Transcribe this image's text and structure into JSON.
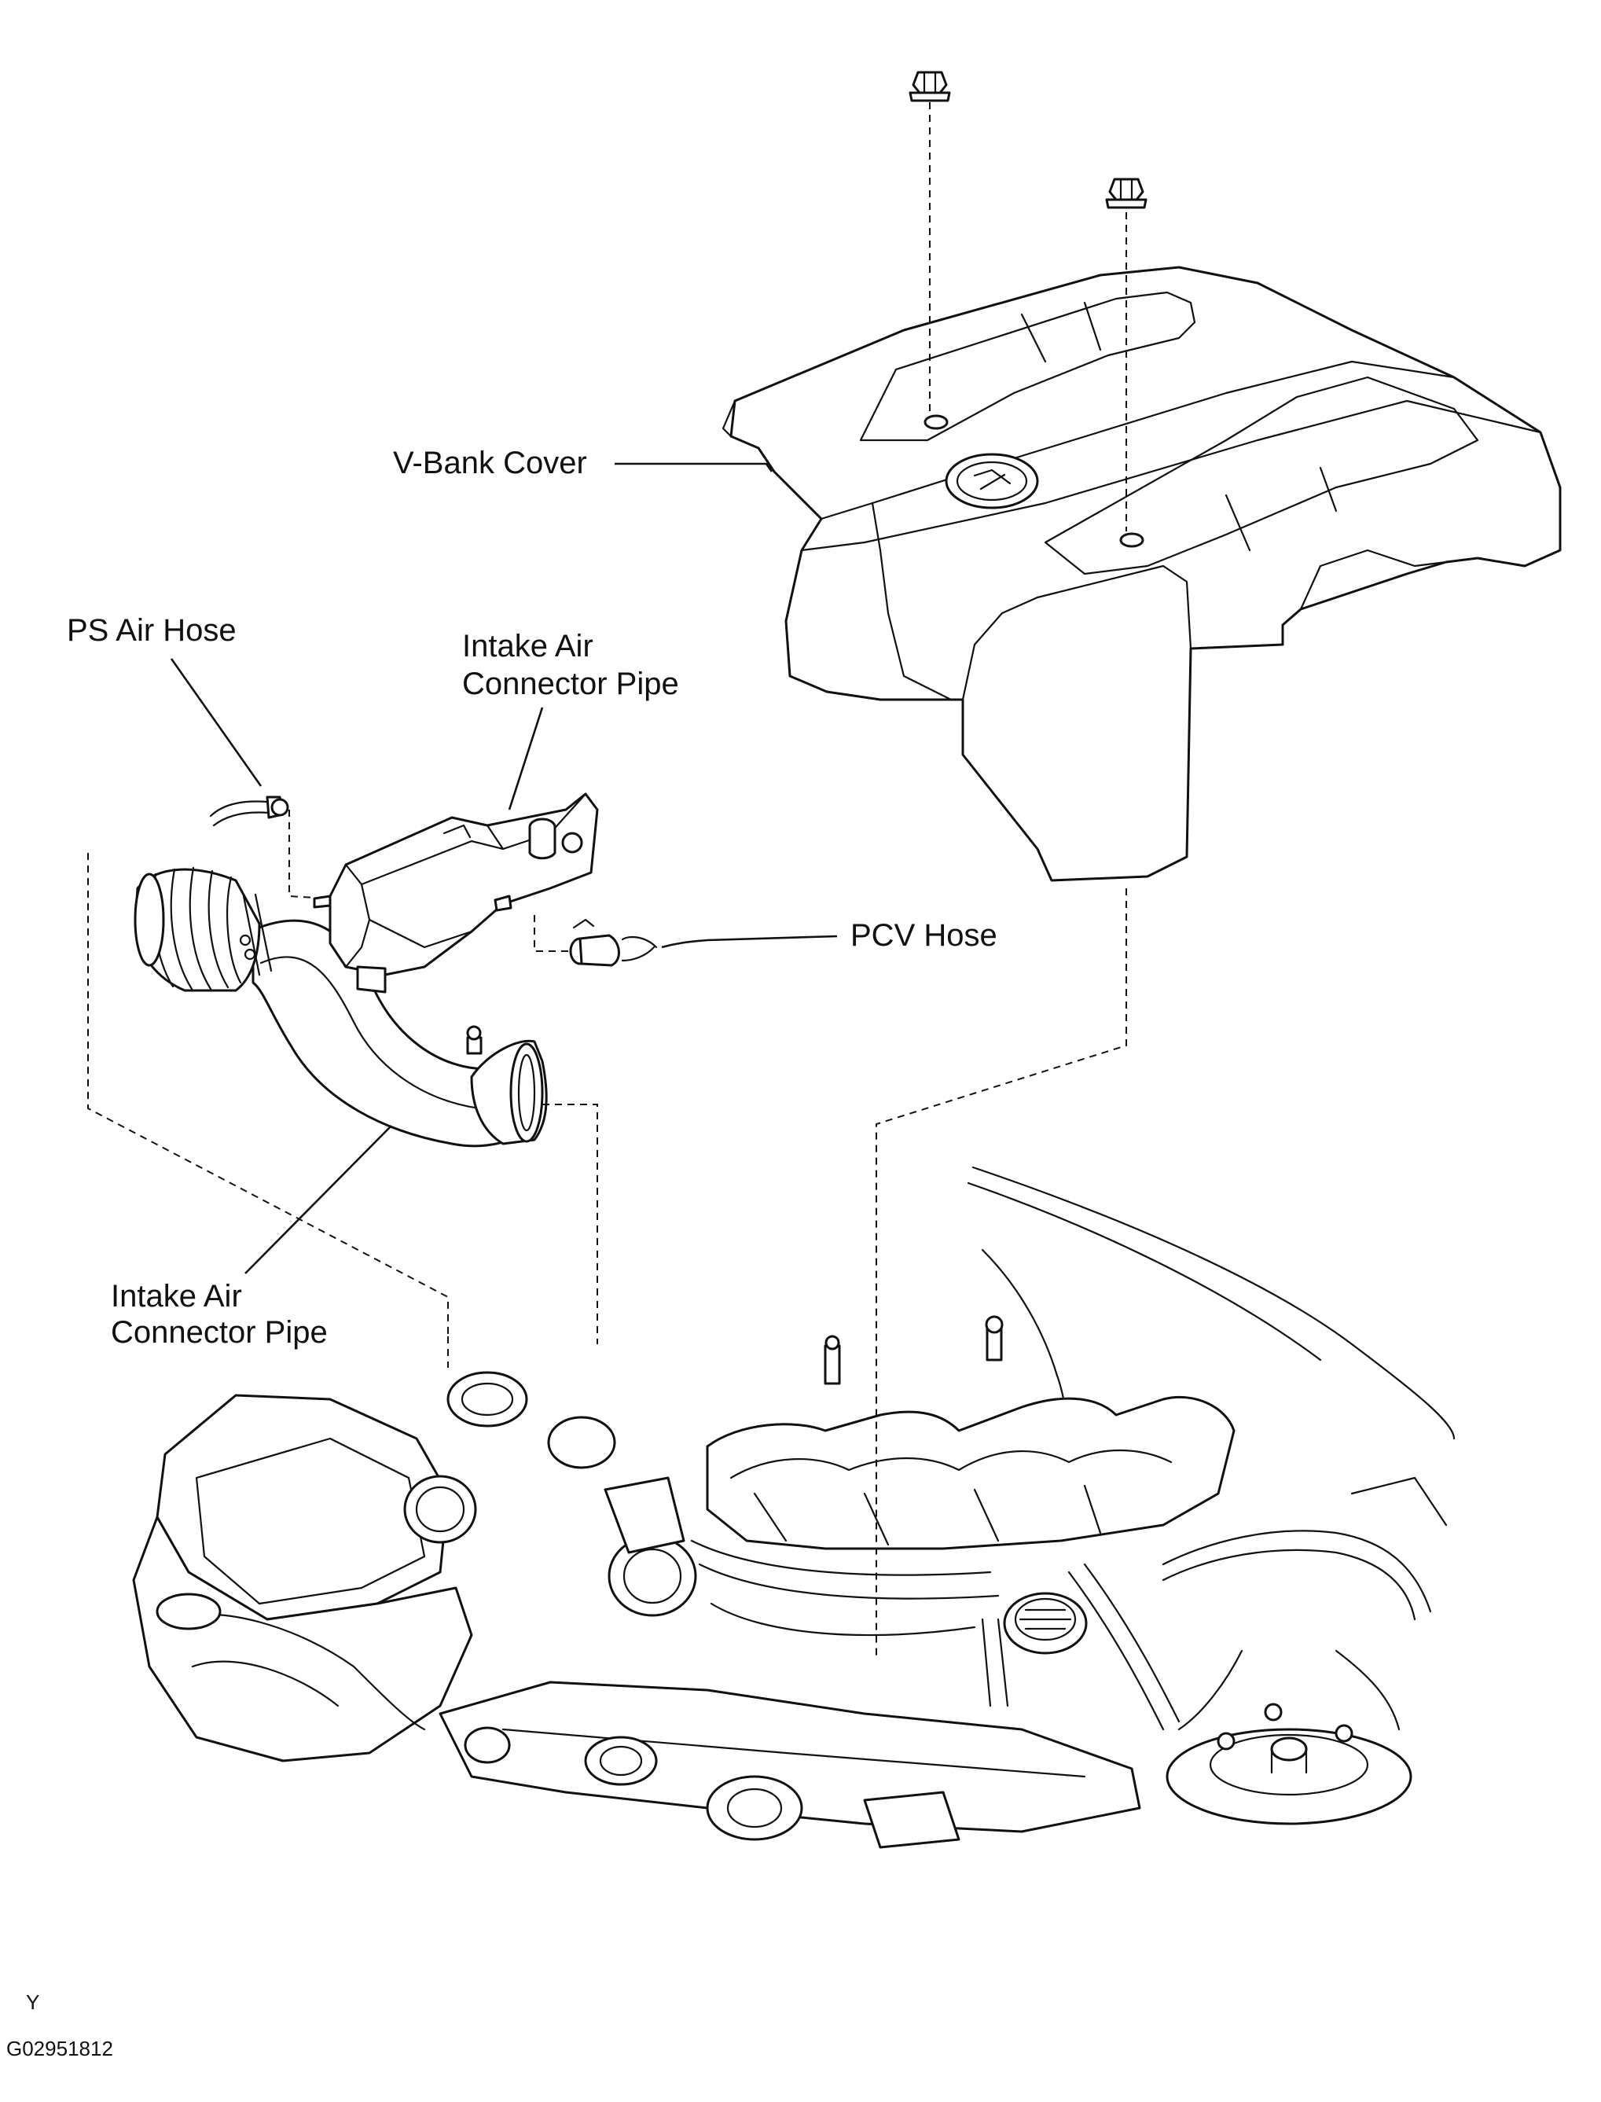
{
  "labels": {
    "v_bank_cover": "V-Bank  Cover",
    "ps_air_hose": "PS Air Hose",
    "intake_pipe_upper_line1": "Intake Air",
    "intake_pipe_upper_line2": "Connector Pipe",
    "pcv_hose": "PCV Hose",
    "intake_pipe_lower_line1": "Intake Air",
    "intake_pipe_lower_line2": "Connector Pipe"
  },
  "footer": {
    "letter": "Y",
    "figure_code": "G02951812"
  }
}
